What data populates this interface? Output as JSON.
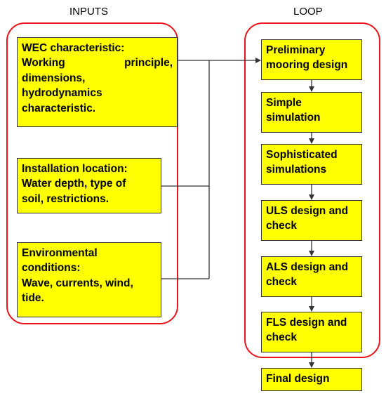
{
  "headings": {
    "inputs": "INPUTS",
    "loop": "LOOP"
  },
  "inputs": {
    "wec": {
      "title": "WEC characteristic:",
      "word1": "Working",
      "word2": "principle,",
      "line3": "dimensions,",
      "line4": "hydrodynamics",
      "line5": "characteristic."
    },
    "installation": {
      "title": "Installation location:",
      "line2": "Water depth, type of",
      "line3": "soil, restrictions."
    },
    "environment": {
      "title": "Environmental",
      "line2": "conditions:",
      "line3": "Wave, currents, wind,",
      "line4": "tide."
    }
  },
  "loop": {
    "preliminary": {
      "line1": "Preliminary",
      "line2": "mooring design"
    },
    "simple": {
      "line1": "Simple",
      "line2": "simulation"
    },
    "sophisticated": {
      "line1": "Sophisticated",
      "line2": "simulations"
    },
    "uls": {
      "line1": "ULS design and",
      "line2": "check"
    },
    "als": {
      "line1": "ALS design and",
      "line2": "check"
    },
    "fls": {
      "line1": "FLS design and",
      "line2": "check"
    }
  },
  "final": {
    "line1": "Final design"
  },
  "colors": {
    "box_fill": "#ffff00",
    "group_border": "#e8141c",
    "line": "#333333"
  }
}
